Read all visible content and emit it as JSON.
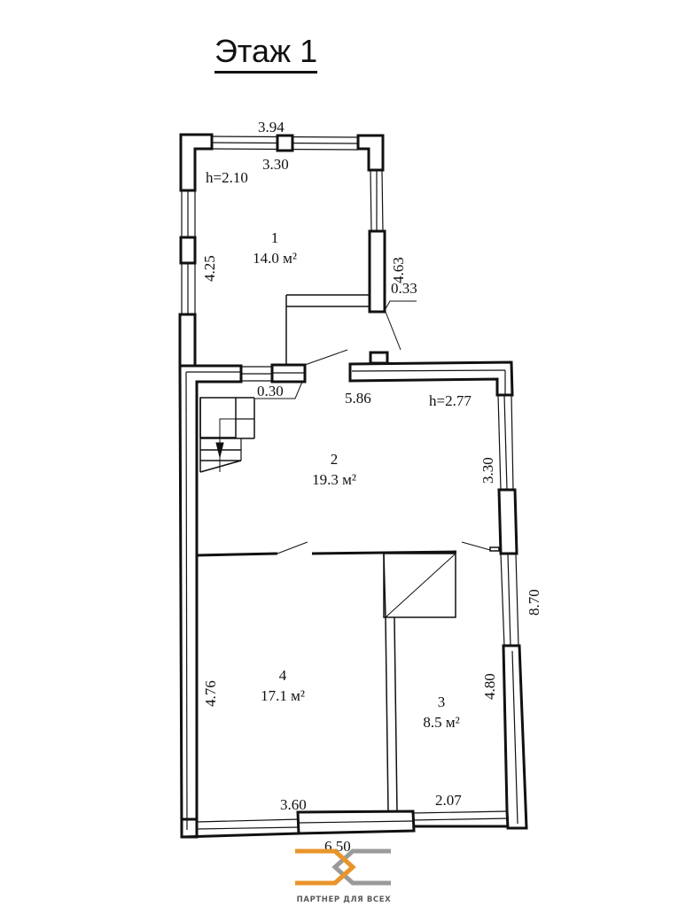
{
  "title": "Этаж 1",
  "rooms": [
    {
      "number": "1",
      "area": "14.0 м²"
    },
    {
      "number": "2",
      "area": "19.3 м²"
    },
    {
      "number": "3",
      "area": "8.5 м²"
    },
    {
      "number": "4",
      "area": "17.1 м²"
    }
  ],
  "heights": {
    "room1": "h=2.10",
    "room2": "h=2.77"
  },
  "dimensions": {
    "top_outer": "3.94",
    "top_inner": "3.30",
    "room1_left": "4.25",
    "room1_right": "4.63",
    "wall_thickness_right": "0.33",
    "wall_thickness_partition": "0.30",
    "room2_width": "5.86",
    "room2_right": "3.30",
    "overall_right": "8.70",
    "room4_left": "4.76",
    "room3_right": "4.80",
    "room4_bottom": "3.60",
    "room3_bottom": "2.07",
    "overall_bottom": "6.50"
  },
  "logo": {
    "tagline": "ПАРТНЕР ДЛЯ ВСЕХ",
    "colors": {
      "orange": "#E8952A",
      "gray": "#9A9A9A"
    }
  }
}
